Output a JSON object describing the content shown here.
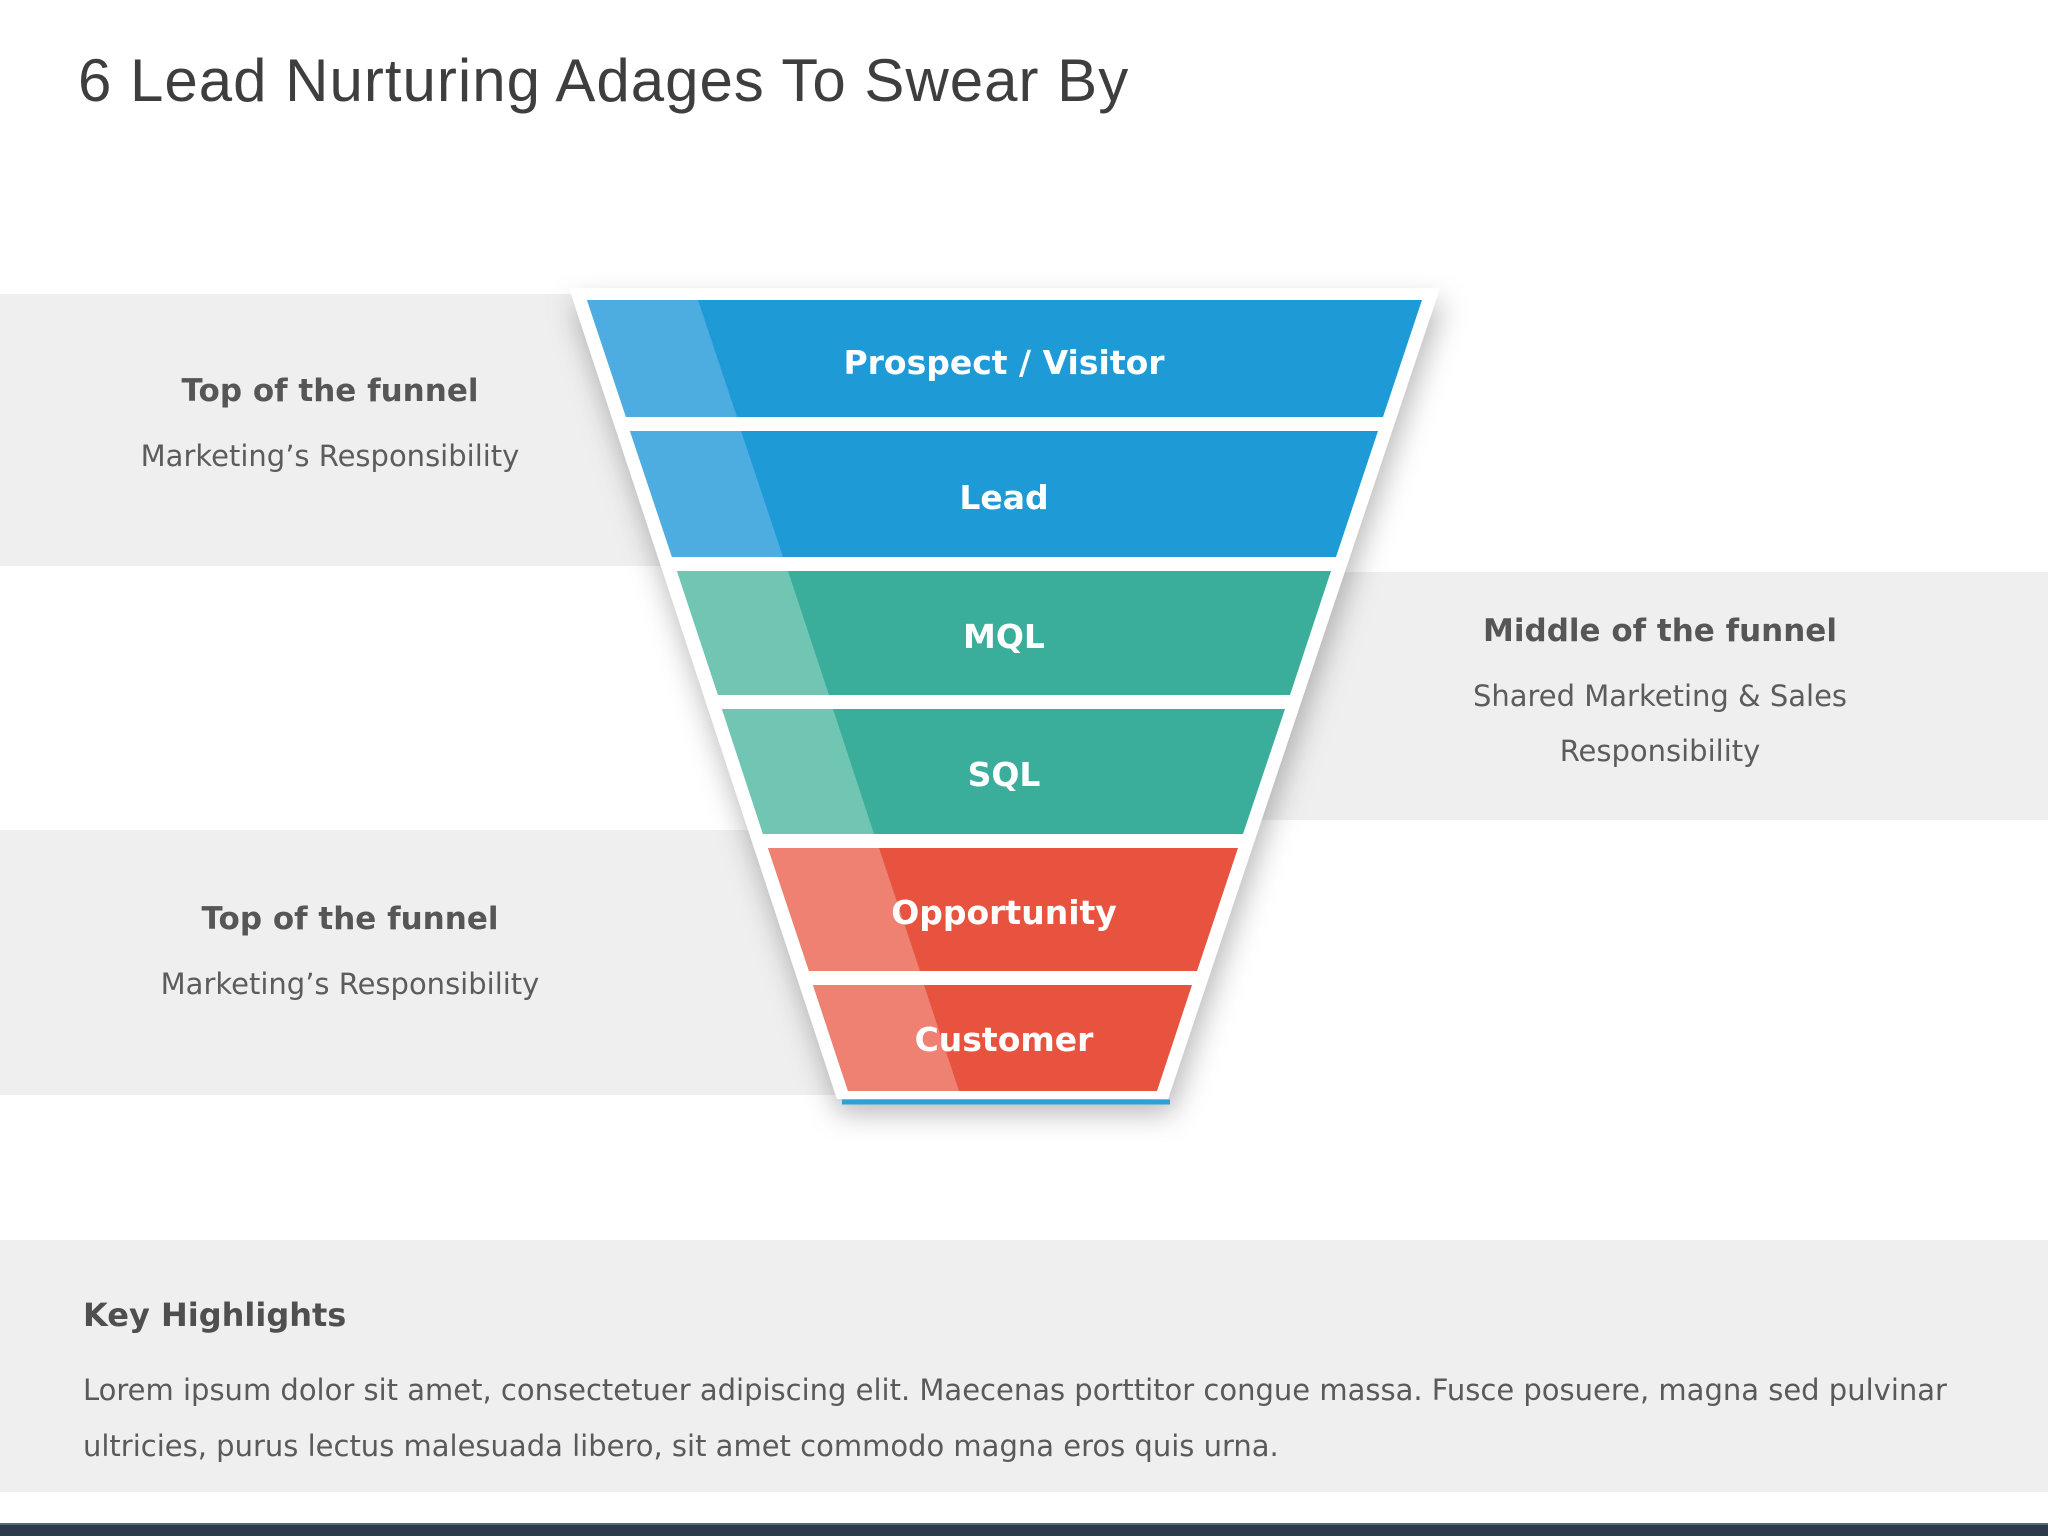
{
  "title": "6 Lead Nurturing Adages To Swear By",
  "funnel": {
    "segments": [
      {
        "label": "Prospect / Visitor",
        "color": "#1e9bd7",
        "highlight": "#4dace0"
      },
      {
        "label": "Lead",
        "color": "#1e9bd7",
        "highlight": "#4dace0"
      },
      {
        "label": "MQL",
        "color": "#3aae9b",
        "highlight": "#71c5b3"
      },
      {
        "label": "SQL",
        "color": "#3aae9b",
        "highlight": "#71c5b3"
      },
      {
        "label": "Opportunity",
        "color": "#e85340",
        "highlight": "#ef8173"
      },
      {
        "label": "Customer",
        "color": "#e85340",
        "highlight": "#ef8173"
      }
    ],
    "base_line_color": "#2e9fd9"
  },
  "annotations": [
    {
      "title": "Top of the funnel",
      "subtitle": "Marketing’s Responsibility"
    },
    {
      "title": "Middle of the funnel",
      "subtitle": "Shared Marketing & Sales Responsibility"
    },
    {
      "title": "Top of the funnel",
      "subtitle": "Marketing’s Responsibility"
    }
  ],
  "key_highlights": {
    "heading": "Key Highlights",
    "body": "Lorem ipsum dolor sit amet, consectetuer adipiscing elit. Maecenas porttitor congue massa. Fusce posuere, magna sed pulvinar ultricies, purus lectus malesuada libero, sit amet commodo magna eros quis urna."
  },
  "colors": {
    "band_gray": "#efefef",
    "footer_navy": "#2c3a4c",
    "title_text": "#3e3e3e",
    "annotation_text": "#595959"
  }
}
